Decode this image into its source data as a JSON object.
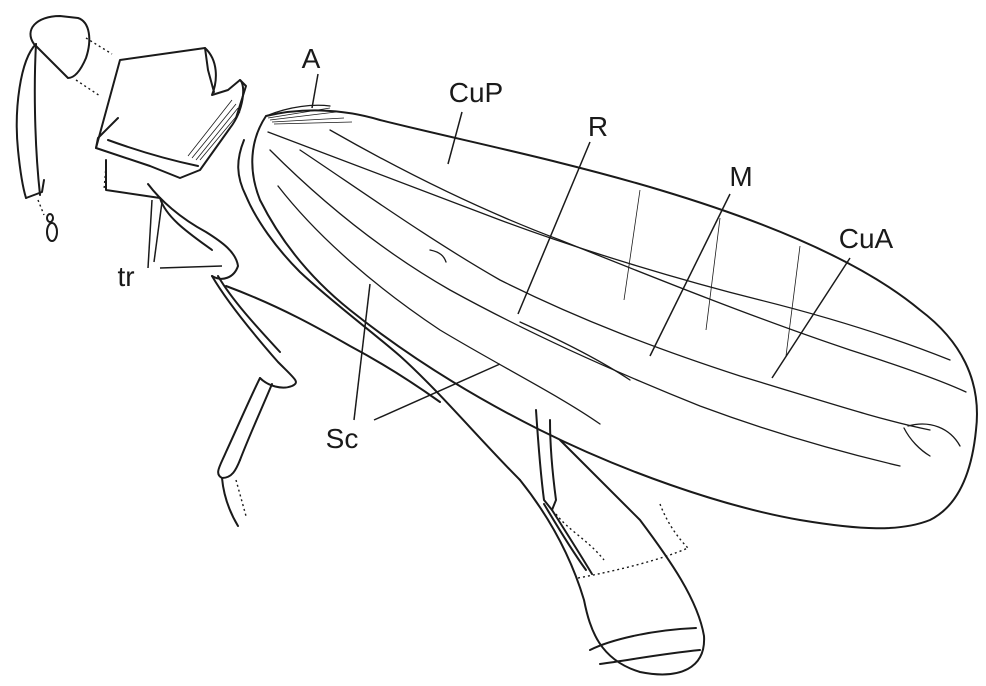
{
  "labels": {
    "a": "A",
    "cup": "CuP",
    "r": "R",
    "m": "M",
    "cua": "CuA",
    "tr": "tr",
    "sc": "Sc"
  },
  "colors": {
    "ink": "#1a1a1a",
    "background": "#ffffff"
  }
}
